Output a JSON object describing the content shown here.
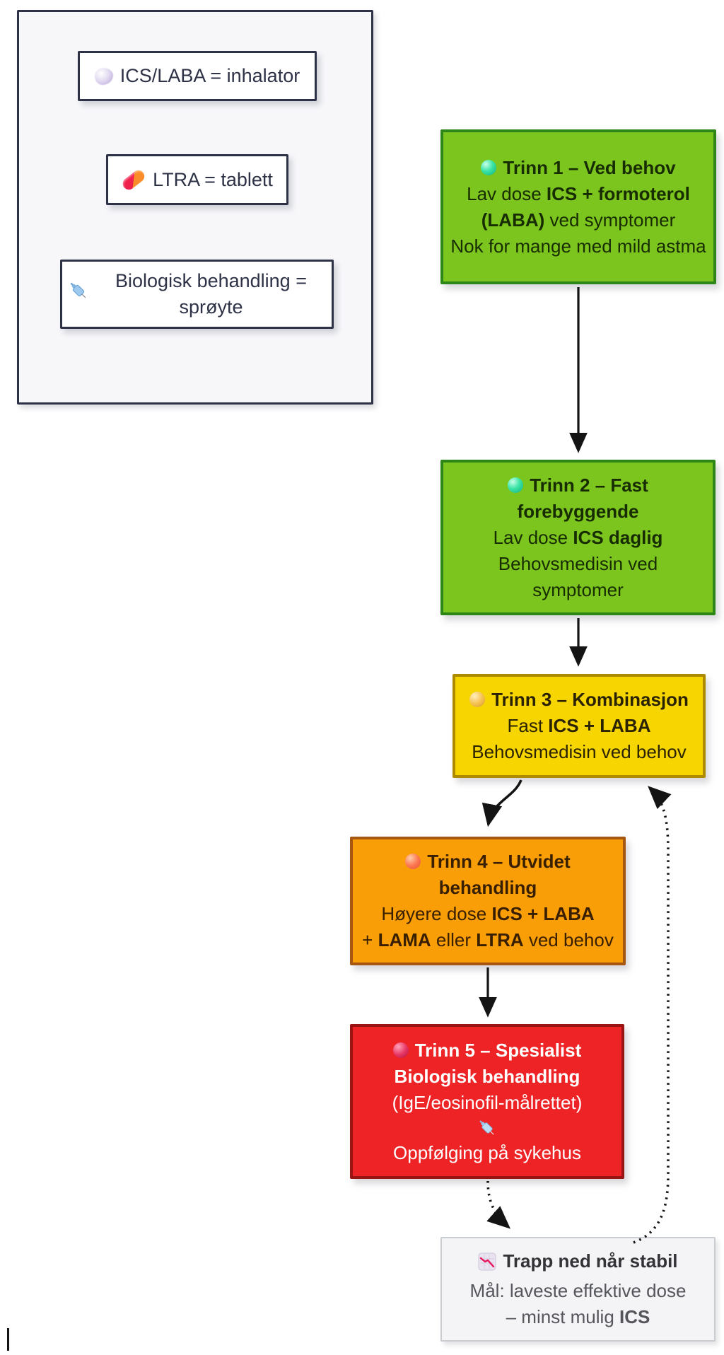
{
  "legend": {
    "items": [
      {
        "icon": "inhaler-puff-icon",
        "text": "ICS/LABA = inhalator"
      },
      {
        "icon": "pill-icon",
        "text": "LTRA = tablett"
      },
      {
        "icon": "syringe-icon",
        "text": "Biologisk behandling = sprøyte"
      }
    ]
  },
  "steps": [
    {
      "id": "trinn-1",
      "title": "Trinn 1 – Ved behov",
      "bullet": "teal-sphere-icon",
      "bg": "#7cc51e",
      "border": "#2c8718",
      "text_color": "#182c02",
      "lines": [
        [
          {
            "t": "Lav dose "
          },
          {
            "t": "ICS + formoterol (LABA)",
            "b": true
          },
          {
            "t": " ved symptomer"
          }
        ],
        [
          {
            "t": "Nok for mange med mild astma"
          }
        ]
      ]
    },
    {
      "id": "trinn-2",
      "title": "Trinn 2 – Fast forebyggende",
      "bullet": "teal-sphere-icon",
      "bg": "#7cc51e",
      "border": "#2c8718",
      "text_color": "#182c02",
      "lines": [
        [
          {
            "t": "Lav dose "
          },
          {
            "t": "ICS daglig",
            "b": true
          }
        ],
        [
          {
            "t": "Behovsmedisin ved symptomer"
          }
        ]
      ]
    },
    {
      "id": "trinn-3",
      "title": "Trinn 3 – Kombinasjon",
      "bullet": "gold-sphere-icon",
      "bg": "#f6d500",
      "border": "#ad8a00",
      "text_color": "#2b2300",
      "lines": [
        [
          {
            "t": "Fast "
          },
          {
            "t": "ICS + LABA",
            "b": true
          }
        ],
        [
          {
            "t": "Behovsmedisin ved behov"
          }
        ]
      ]
    },
    {
      "id": "trinn-4",
      "title": "Trinn 4 – Utvidet behandling",
      "bullet": "orange-sphere-icon",
      "bg": "#fa9e08",
      "border": "#a65812",
      "text_color": "#381f00",
      "lines": [
        [
          {
            "t": "Høyere dose "
          },
          {
            "t": "ICS + LABA",
            "b": true
          }
        ],
        [
          {
            "t": "+ "
          },
          {
            "t": "LAMA",
            "b": true
          },
          {
            "t": " eller "
          },
          {
            "t": "LTRA",
            "b": true
          },
          {
            "t": " ved behov"
          }
        ]
      ]
    },
    {
      "id": "trinn-5",
      "title": "Trinn 5 – Spesialist",
      "bullet": "crimson-sphere-icon",
      "bg": "#ee2326",
      "border": "#9a1414",
      "text_color": "#ffffff",
      "lines": [
        [
          {
            "t": "Biologisk behandling",
            "b": true
          }
        ],
        [
          {
            "t": "(IgE/eosinofil-målrettet)"
          }
        ],
        [
          {
            "t": "Oppfølging på sykehus"
          }
        ]
      ],
      "inline_icon": "syringe-icon"
    }
  ],
  "stepdown": {
    "title": "Trapp ned når stabil",
    "icon": "chart-decreasing-icon",
    "lines": [
      [
        {
          "t": "Mål: laveste effektive dose"
        }
      ],
      [
        {
          "t": "– minst mulig "
        },
        {
          "t": "ICS",
          "b": true
        }
      ]
    ],
    "bg": "#f4f4f6",
    "border": "#c9ccd1"
  },
  "connectors": [
    {
      "from": "trinn-1",
      "to": "trinn-2",
      "style": "solid"
    },
    {
      "from": "trinn-2",
      "to": "trinn-3",
      "style": "solid"
    },
    {
      "from": "trinn-3",
      "to": "trinn-4",
      "style": "solid-curved"
    },
    {
      "from": "trinn-4",
      "to": "trinn-5",
      "style": "solid"
    },
    {
      "from": "trinn-5",
      "to": "stepdown",
      "style": "dotted-curved"
    },
    {
      "from": "stepdown",
      "to": "trinn-3",
      "style": "dotted-curved"
    }
  ],
  "artifacts": {
    "text_cursor": "|"
  }
}
